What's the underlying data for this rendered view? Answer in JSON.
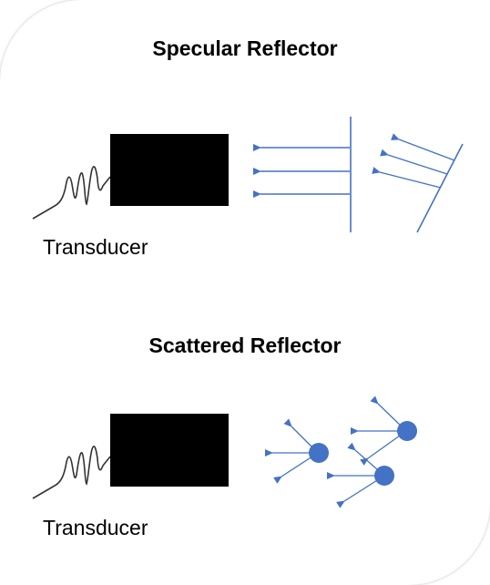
{
  "specular": {
    "title": "Specular Reflector",
    "transducer_label": "Transducer"
  },
  "scattered": {
    "title": "Scattered Reflector",
    "transducer_label": "Transducer"
  },
  "colors": {
    "arrow": "#4472C4",
    "scatterer": "#4472C4",
    "transducer": "#000000",
    "signal": "#333333"
  },
  "icons": {
    "transducer": "transducer-block-icon",
    "scatterer": "scatterer-dot-icon"
  }
}
